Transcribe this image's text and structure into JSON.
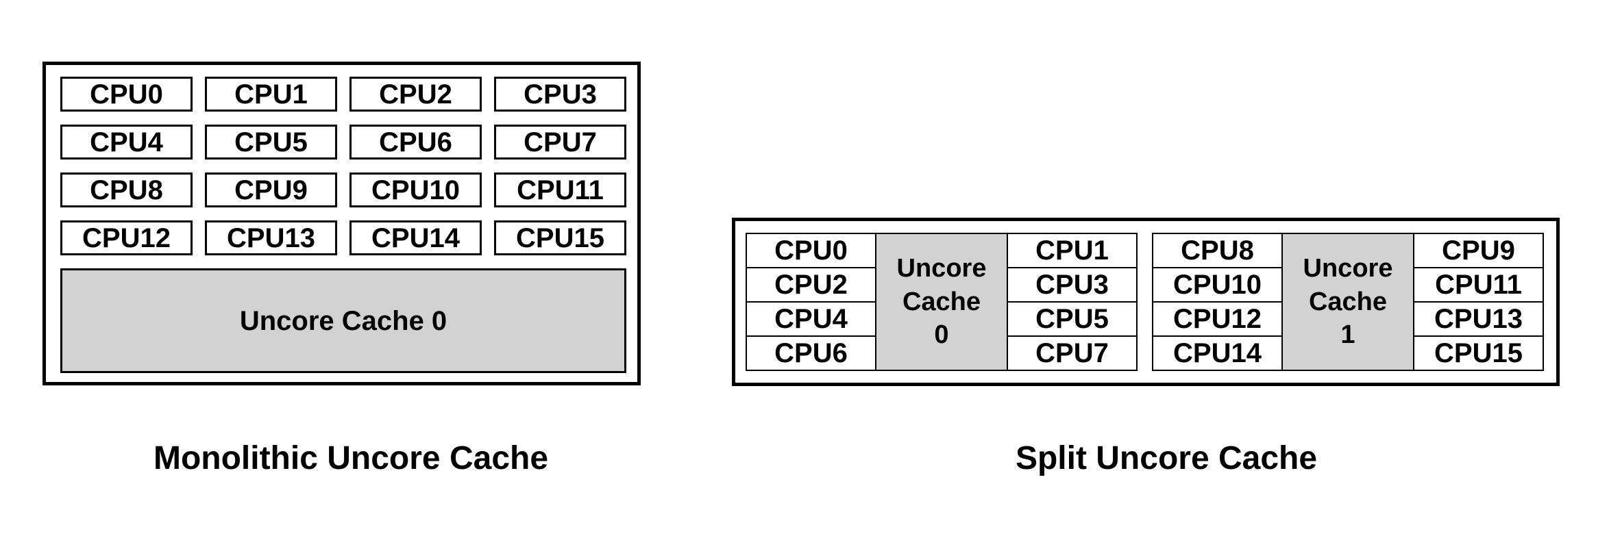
{
  "figures": {
    "monolithic": {
      "caption": "Monolithic Uncore Cache",
      "cpus": [
        "CPU0",
        "CPU1",
        "CPU2",
        "CPU3",
        "CPU4",
        "CPU5",
        "CPU6",
        "CPU7",
        "CPU8",
        "CPU9",
        "CPU10",
        "CPU11",
        "CPU12",
        "CPU13",
        "CPU14",
        "CPU15"
      ],
      "cache_label": "Uncore Cache 0"
    },
    "split": {
      "caption": "Split Uncore Cache",
      "clusters": [
        {
          "left_cpus": [
            "CPU0",
            "CPU2",
            "CPU4",
            "CPU6"
          ],
          "cache_lines": [
            "Uncore",
            "Cache",
            "0"
          ],
          "right_cpus": [
            "CPU1",
            "CPU3",
            "CPU5",
            "CPU7"
          ]
        },
        {
          "left_cpus": [
            "CPU8",
            "CPU10",
            "CPU12",
            "CPU14"
          ],
          "cache_lines": [
            "Uncore",
            "Cache",
            "1"
          ],
          "right_cpus": [
            "CPU9",
            "CPU11",
            "CPU13",
            "CPU15"
          ]
        }
      ]
    }
  },
  "colors": {
    "cache_fill": "#d2d2d2",
    "border": "#000000",
    "background": "#ffffff",
    "text": "#000000"
  }
}
